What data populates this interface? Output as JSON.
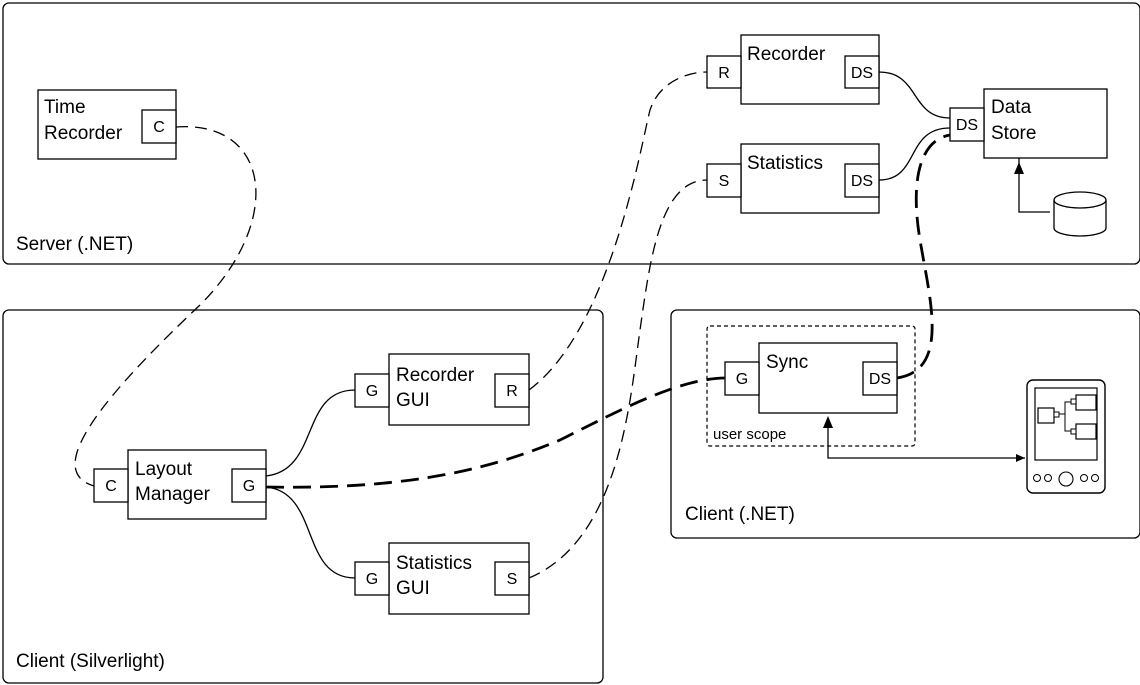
{
  "regions": {
    "server": "Server (.NET)",
    "client_silverlight": "Client (Silverlight)",
    "client_net": "Client (.NET)"
  },
  "components": {
    "time_recorder": {
      "line1": "Time",
      "line2": "Recorder",
      "port": "C"
    },
    "recorder": {
      "label": "Recorder",
      "port_left": "R",
      "port_right": "DS"
    },
    "statistics": {
      "label": "Statistics",
      "port_left": "S",
      "port_right": "DS"
    },
    "data_store": {
      "line1": "Data",
      "line2": "Store",
      "port": "DS"
    },
    "layout_manager": {
      "line1": "Layout",
      "line2": "Manager",
      "port_left": "C",
      "port_right": "G"
    },
    "recorder_gui": {
      "line1": "Recorder",
      "line2": "GUI",
      "port_left": "G",
      "port_right": "R"
    },
    "statistics_gui": {
      "line1": "Statistics",
      "line2": "GUI",
      "port_left": "G",
      "port_right": "S"
    },
    "sync": {
      "label": "Sync",
      "port_left": "G",
      "port_right": "DS",
      "scope": "user scope"
    }
  }
}
